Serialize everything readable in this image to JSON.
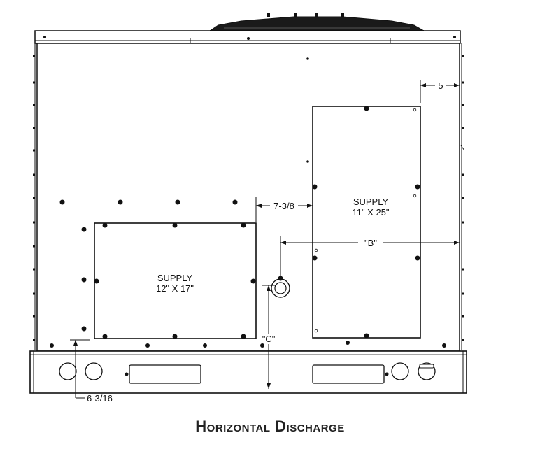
{
  "supply_left": {
    "title": "SUPPLY",
    "size": "12\" X 17\""
  },
  "supply_right": {
    "title": "SUPPLY",
    "size": "11\" X 25\""
  },
  "dimensions": {
    "top_right": "5",
    "middle": "7-3/8",
    "b": "\"B\"",
    "c": "\"C\"",
    "bottom_left": "6-3/16"
  },
  "caption": "Horizontal Discharge",
  "colors": {
    "line": "#111111",
    "fill": "#ffffff"
  }
}
